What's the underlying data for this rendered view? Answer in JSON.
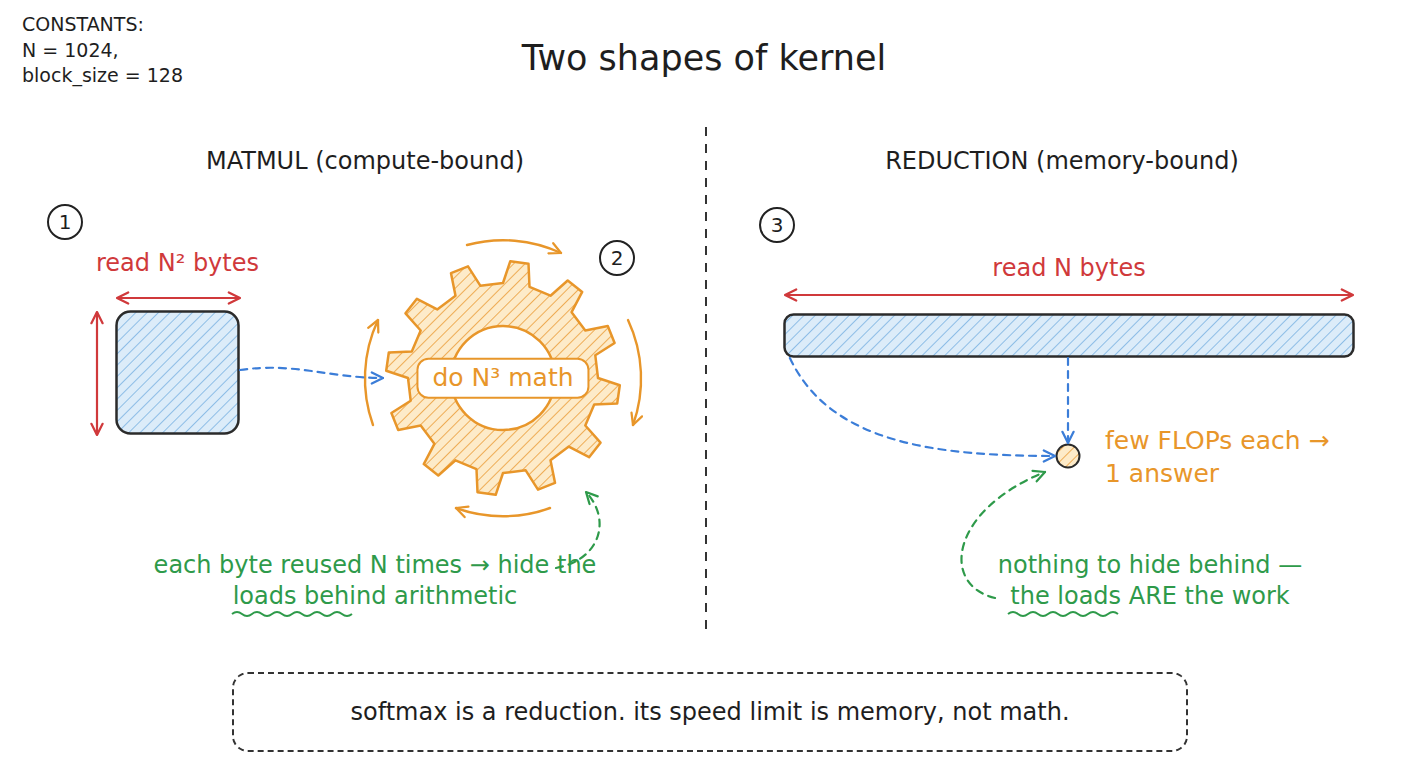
{
  "diagram": {
    "title": "Two shapes of kernel",
    "caption": "softmax is a reduction. its speed limit is memory, not math.",
    "nodes": [
      {
        "text": [
          "read N² bytes"
        ]
      },
      {
        "text": [
          "do N³ math"
        ]
      },
      {
        "text": [
          "read N bytes"
        ]
      },
      {
        "text": [
          "few FLOPs each → 1 answer"
        ]
      }
    ],
    "edges": [
      {
        "from": 0,
        "to": 1,
        "arrow": "to"
      },
      {
        "from": 2,
        "to": 3,
        "arrow": "to"
      },
      {
        "from": 2,
        "to": 3,
        "arrow": "to"
      }
    ],
    "labels": [
      "CONSTANTS:",
      "N = 1024,",
      "block_size = 128",
      "MATMUL (compute-bound)",
      "REDUCTION (memory-bound)",
      "1",
      "2",
      "3",
      "each byte reused N times → hide the loads behind arithmetic",
      "nothing to hide behind — the loads ARE the work"
    ]
  }
}
